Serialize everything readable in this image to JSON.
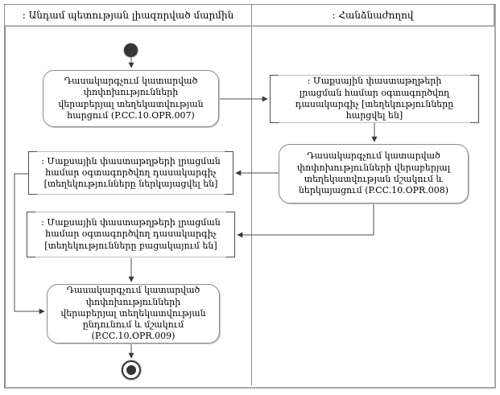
{
  "diagram": {
    "type": "uml-activity-swimlane",
    "lanes": [
      {
        "label": ": Անդամ պետության լիազորված մարմին"
      },
      {
        "label": ": Հանձնաժողով"
      }
    ],
    "nodes": {
      "activity_opr007": {
        "kind": "activity",
        "lane": 0,
        "text": "Դասակարգչում կատարված փոփոխությունների վերաբերյալ տեղեկատվության հարցում (P.CC.10.OPR.007)"
      },
      "object_requested": {
        "kind": "object",
        "lane": 1,
        "text": ": Մաքսային փաստաթղթերի լրացման համար օգտագործվող դասակարգիչ [տեղեկությունները հարցվել են]"
      },
      "activity_opr008": {
        "kind": "activity",
        "lane": 1,
        "text": "Դասակարգչում կատարված փոփոխությունների վերաբերյալ տեղեկատվության մշակում և ներկայացում (P.CC.10.OPR.008)"
      },
      "object_presented": {
        "kind": "object",
        "lane": 0,
        "text": ": Մաքսային փաստաթղթերի լրացման համար օգտագործվող դասակարգիչ [տեղեկությունները ներկայացվել են]"
      },
      "object_absent": {
        "kind": "object",
        "lane": 0,
        "text": ": Մաքսային փաստաթղթերի լրացման համար օգտագործվող դասակարգիչ [տեղեկությունները բացակայում են]"
      },
      "activity_opr009": {
        "kind": "activity",
        "lane": 0,
        "text": "Դասակարգչում կատարված փոփոխությունների վերաբերյալ տեղեկատվության ընդունում և մշակում (P.CC.10.OPR.009)"
      }
    },
    "colors": {
      "lane_border": "#8b8b8b",
      "activity_border": "#8c8c8c",
      "object_bracket": "#4d4d4d",
      "connector": "#4d4d4d",
      "node_fill": "#ffffff",
      "start_final_fill": "#353535",
      "text": "#000000"
    }
  }
}
